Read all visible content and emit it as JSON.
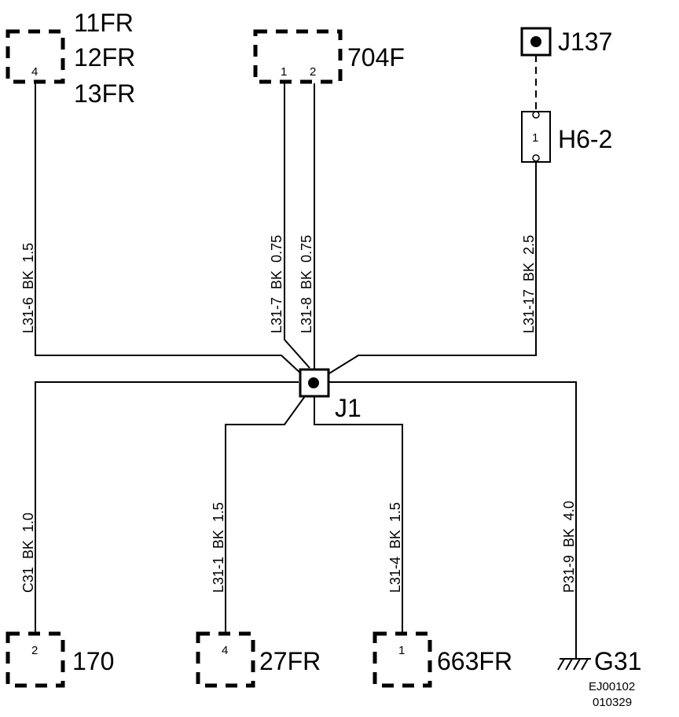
{
  "connectors": {
    "c11fr": {
      "labels": [
        "11FR",
        "12FR",
        "13FR"
      ],
      "pin": "4"
    },
    "c704f": {
      "label": "704F",
      "pins": [
        "1",
        "2"
      ]
    },
    "j137": {
      "label": "J137"
    },
    "h62": {
      "label": "H6-2",
      "pin": "1"
    },
    "j1": {
      "label": "J1"
    },
    "c170": {
      "label": "170",
      "pin": "2"
    },
    "c27fr": {
      "label": "27FR",
      "pin": "4"
    },
    "c663fr": {
      "label": "663FR",
      "pin": "1"
    },
    "g31": {
      "label": "G31"
    }
  },
  "wires": [
    {
      "id": "L31-6",
      "text": "L31-6  BK  1.5"
    },
    {
      "id": "L31-7",
      "text": "L31-7  BK  0.75"
    },
    {
      "id": "L31-8",
      "text": "L31-8  BK  0.75"
    },
    {
      "id": "L31-17",
      "text": "L31-17  BK  2.5"
    },
    {
      "id": "C31",
      "text": "C31  BK  1.0"
    },
    {
      "id": "L31-1",
      "text": "L31-1  BK  1.5"
    },
    {
      "id": "L31-4",
      "text": "L31-4  BK  1.5"
    },
    {
      "id": "P31-9",
      "text": "P31-9  BK  4.0"
    }
  ],
  "footer": {
    "code": "EJ00102",
    "date": "010329"
  }
}
